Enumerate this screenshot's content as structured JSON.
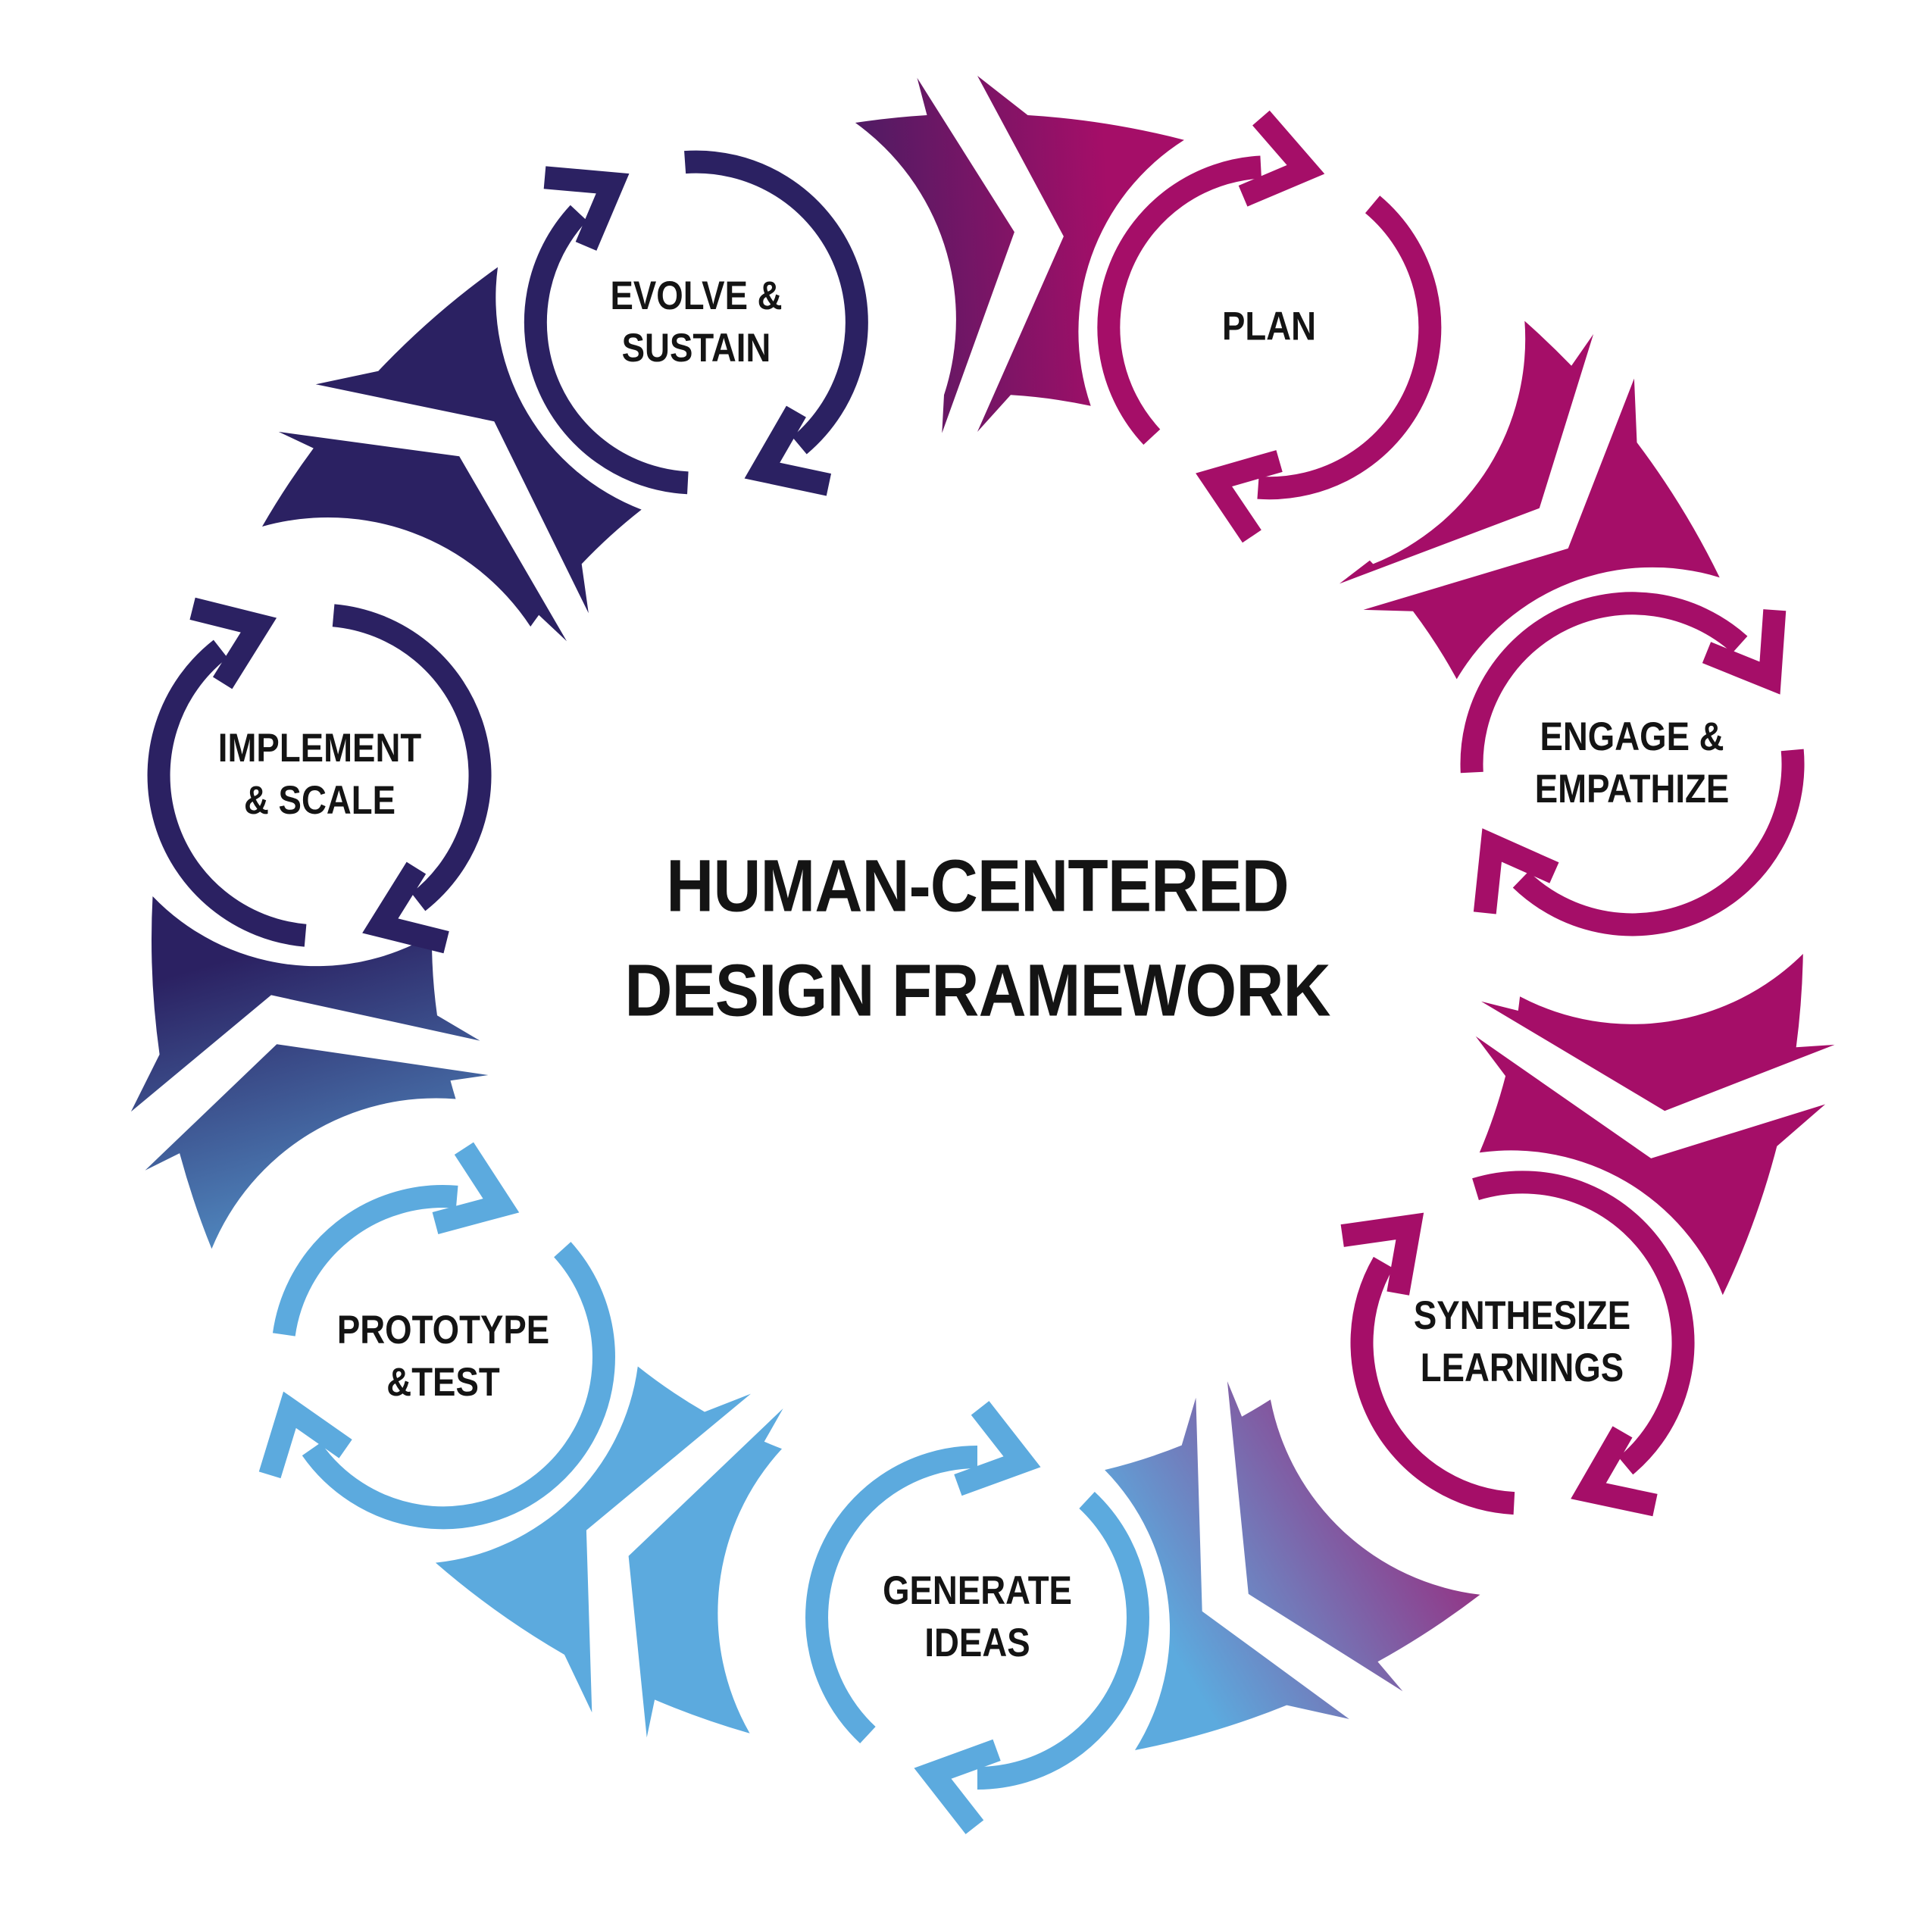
{
  "title": "HUMAN-CENTERED\nDESIGN FRAMEWORK",
  "flow_direction": "clockwise",
  "background_color": "#ffffff",
  "text_color": "#141414",
  "palette": {
    "magenta": "#a50e68",
    "light_blue": "#5caade",
    "navy": "#2b2162"
  },
  "stages": [
    {
      "id": "evolve-sustain",
      "label": "EVOLVE &\nSUSTAIN",
      "color": "#2b2162",
      "icon": "cycle-arrows-icon"
    },
    {
      "id": "plan",
      "label": "PLAN",
      "color": "#a50e68",
      "icon": "cycle-arrows-icon"
    },
    {
      "id": "engage-empathize",
      "label": "ENGAGE &\nEMPATHIZE",
      "color": "#a50e68",
      "icon": "cycle-arrows-icon"
    },
    {
      "id": "synthesize-learnings",
      "label": "SYNTHESIZE\nLEARNINGS",
      "color": "#a50e68",
      "icon": "cycle-arrows-icon"
    },
    {
      "id": "generate-ideas",
      "label": "GENERATE\nIDEAS",
      "color": "#5caade",
      "icon": "cycle-arrows-icon"
    },
    {
      "id": "prototype-test",
      "label": "PROTOTYPE\n&TEST",
      "color": "#5caade",
      "icon": "cycle-arrows-icon"
    },
    {
      "id": "implement-scale",
      "label": "IMPLEMENT\n& SCALE",
      "color": "#2b2162",
      "icon": "cycle-arrows-icon"
    }
  ]
}
